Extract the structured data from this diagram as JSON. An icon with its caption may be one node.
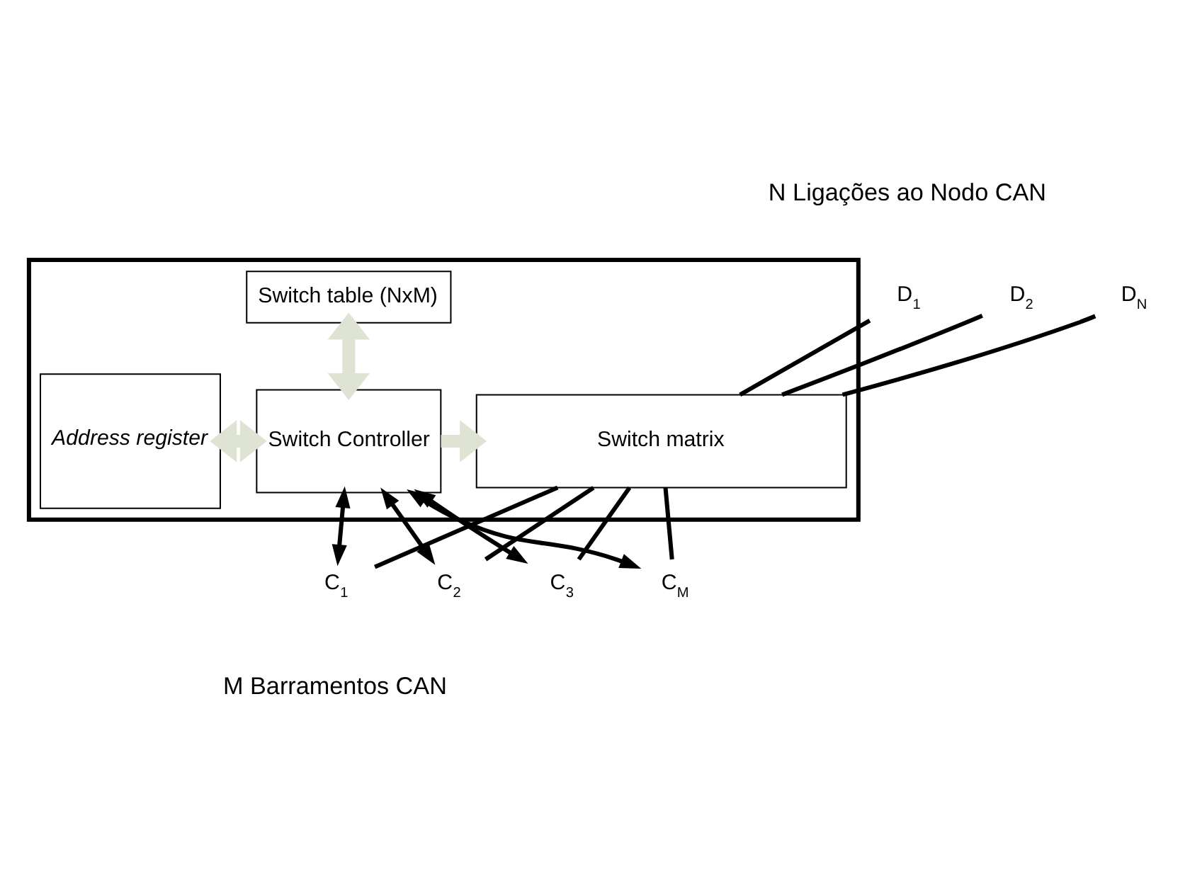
{
  "diagram": {
    "nodes": [
      {
        "text": [],
        "shape": "box"
      },
      {
        "text": [
          "Switch table (NxM)"
        ],
        "in": 0
      },
      {
        "text": [
          "Address register"
        ],
        "in": 0
      },
      {
        "text": [
          "Switch Controller"
        ],
        "in": 0
      },
      {
        "text": [
          "Switch matrix"
        ],
        "in": 0
      },
      {
        "text": [
          "D$_{1}$"
        ]
      },
      {
        "text": [
          "D$_{2}$"
        ]
      },
      {
        "text": [
          "D$_{N}$"
        ]
      },
      {
        "text": [
          "C$_{1}$"
        ]
      },
      {
        "text": [
          "C$_{2}$"
        ]
      },
      {
        "text": [
          "C$_{3}$"
        ]
      },
      {
        "text": [
          "C$_{M}$"
        ]
      }
    ],
    "edges": [
      {
        "from": 1,
        "to": 3,
        "arrow": "both",
        "style": "thick",
        "color": "#dfe3d3"
      },
      {
        "from": 2,
        "to": 3,
        "arrow": "both",
        "style": "thick",
        "color": "#dfe3d3"
      },
      {
        "from": 3,
        "to": 4,
        "arrow": "to",
        "style": "thick",
        "color": "#dfe3d3"
      },
      {
        "from": 5,
        "to": 4,
        "arrow": "none"
      },
      {
        "from": 6,
        "to": 4,
        "arrow": "none"
      },
      {
        "from": 7,
        "to": 4,
        "arrow": "none"
      },
      {
        "from": 4,
        "to": 8,
        "arrow": "none"
      },
      {
        "from": 4,
        "to": 9,
        "arrow": "none"
      },
      {
        "from": 4,
        "to": 10,
        "arrow": "none"
      },
      {
        "from": 4,
        "to": 11,
        "arrow": "none"
      },
      {
        "from": 3,
        "to": 8,
        "arrow": "both"
      },
      {
        "from": 3,
        "to": 9,
        "arrow": "both"
      },
      {
        "from": 3,
        "to": 10,
        "arrow": "both"
      },
      {
        "from": 3,
        "to": 11,
        "arrow": "both"
      }
    ],
    "labels": [
      "N Ligações ao Nodo CAN",
      "M Barramentos CAN"
    ]
  }
}
